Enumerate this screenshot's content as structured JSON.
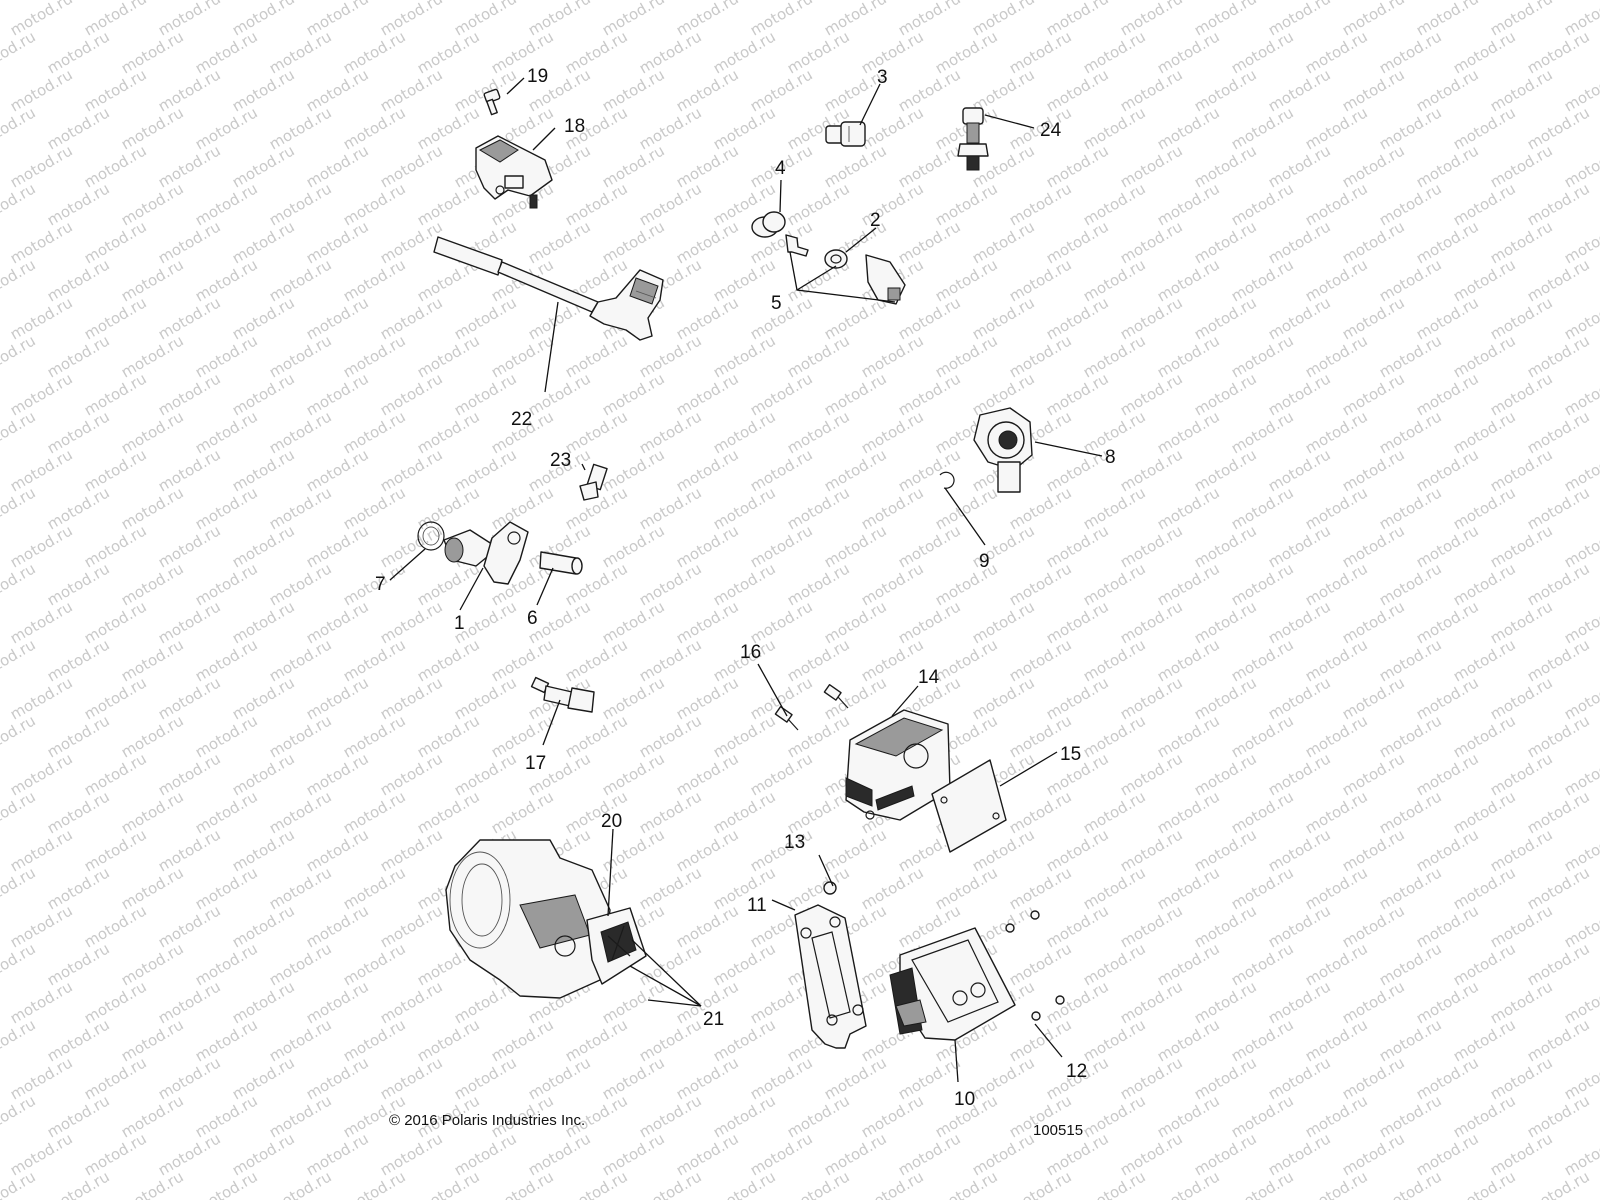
{
  "watermark": "motod.ru",
  "copyright": "© 2016 Polaris Industries Inc.",
  "diagram_id": "100515",
  "callouts": [
    "1",
    "2",
    "3",
    "4",
    "5",
    "6",
    "7",
    "8",
    "9",
    "10",
    "11",
    "12",
    "13",
    "14",
    "15",
    "16",
    "17",
    "18",
    "19",
    "20",
    "21",
    "22",
    "23",
    "24"
  ]
}
